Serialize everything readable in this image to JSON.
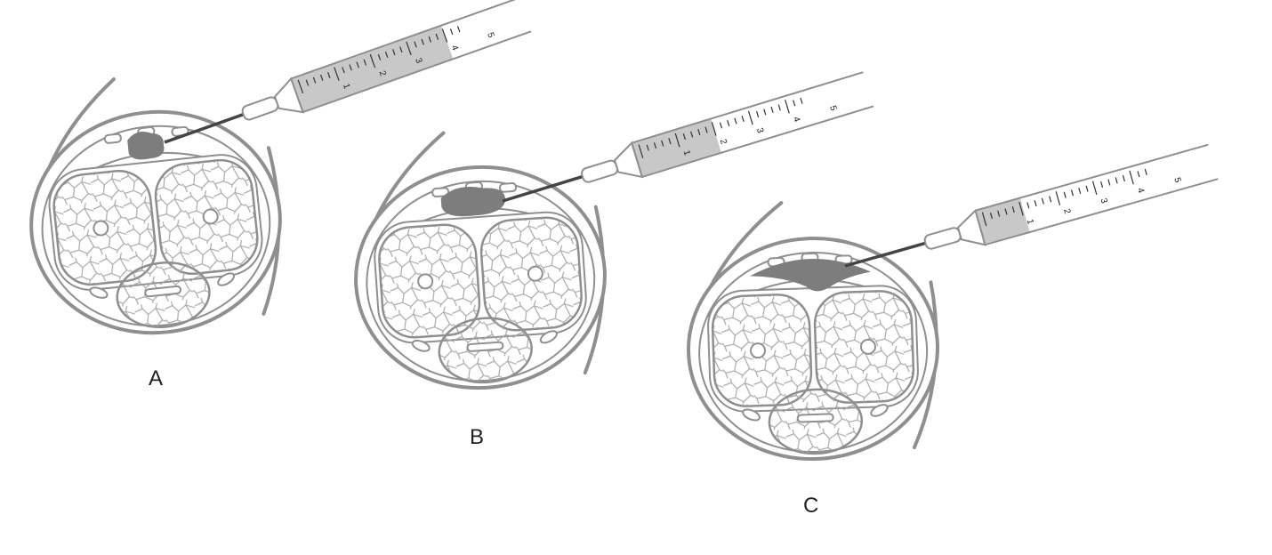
{
  "panels": [
    {
      "label": "A",
      "fill_ml": 4.0,
      "hematoma": "small"
    },
    {
      "label": "B",
      "fill_ml": 2.0,
      "hematoma": "medium"
    },
    {
      "label": "C",
      "fill_ml": 1.05,
      "hematoma": "crescent"
    }
  ],
  "syringe_scale": [
    "1",
    "2",
    "3",
    "4",
    "5"
  ],
  "colors": {
    "line": "#8f8f8f",
    "fill": "#c8c8c9",
    "hematoma": "#7d7d7d",
    "needle": "#444444"
  }
}
